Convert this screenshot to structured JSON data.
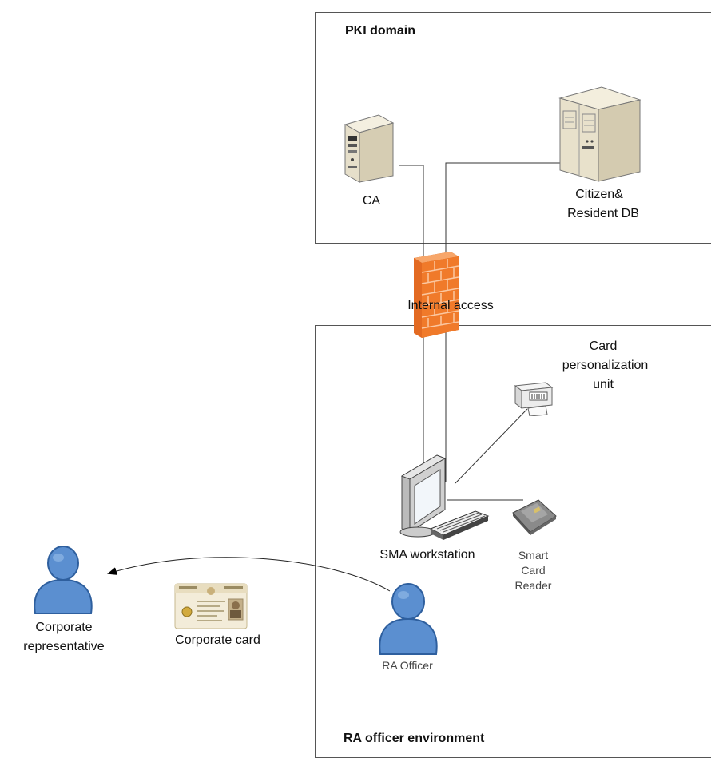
{
  "pki_domain": {
    "title": "PKI domain"
  },
  "ra_environment": {
    "title": "RA officer environment"
  },
  "nodes": {
    "ca": {
      "label": "CA"
    },
    "citizen_db": {
      "label_line1": "Citizen&",
      "label_line2": "Resident DB"
    },
    "firewall": {
      "label": "Internal access"
    },
    "card_unit": {
      "label_line1": "Card",
      "label_line2": "personalization",
      "label_line3": "unit"
    },
    "workstation": {
      "label": "SMA workstation"
    },
    "smart_card_reader": {
      "label_line1": "Smart",
      "label_line2": "Card",
      "label_line3": "Reader"
    },
    "ra_officer": {
      "label": "RA Officer"
    },
    "corporate_card": {
      "label": "Corporate card"
    },
    "corporate_rep": {
      "label_line1": "Corporate",
      "label_line2": "representative"
    }
  },
  "colors": {
    "person_fill": "#5b8fd0",
    "person_stroke": "#2e5f9e",
    "firewall": "#f07a2a",
    "server": "#ece4cc"
  }
}
